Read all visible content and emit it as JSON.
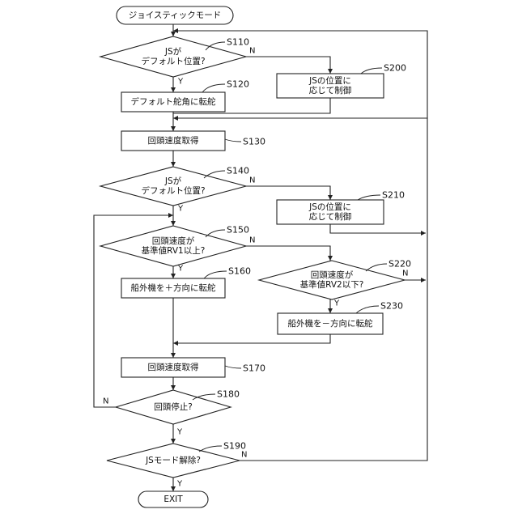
{
  "nodes": {
    "start": [
      "ジョイスティックモード"
    ],
    "s110": [
      "JSが",
      "デフォルト位置?"
    ],
    "s120": [
      "デフォルト舵角に転舵"
    ],
    "s200": [
      "JSの位置に",
      "応じて制御"
    ],
    "s130": [
      "回頭速度取得"
    ],
    "s140": [
      "JSが",
      "デフォルト位置?"
    ],
    "s210": [
      "JSの位置に",
      "応じて制御"
    ],
    "s150": [
      "回頭速度が",
      "基準値RV1以上?"
    ],
    "s160": [
      "船外機を＋方向に転舵"
    ],
    "s220": [
      "回頭速度が",
      "基準値RV2以下?"
    ],
    "s230": [
      "船外機を－方向に転舵"
    ],
    "s170": [
      "回頭速度取得"
    ],
    "s180": [
      "回頭停止?"
    ],
    "s190": [
      "JSモード解除?"
    ],
    "exit": [
      "EXIT"
    ]
  },
  "step_labels": {
    "s110": "S110",
    "s120": "S120",
    "s200": "S200",
    "s130": "S130",
    "s140": "S140",
    "s210": "S210",
    "s150": "S150",
    "s160": "S160",
    "s220": "S220",
    "s230": "S230",
    "s170": "S170",
    "s180": "S180",
    "s190": "S190"
  },
  "branch_labels": {
    "yes": "Y",
    "no": "N"
  }
}
